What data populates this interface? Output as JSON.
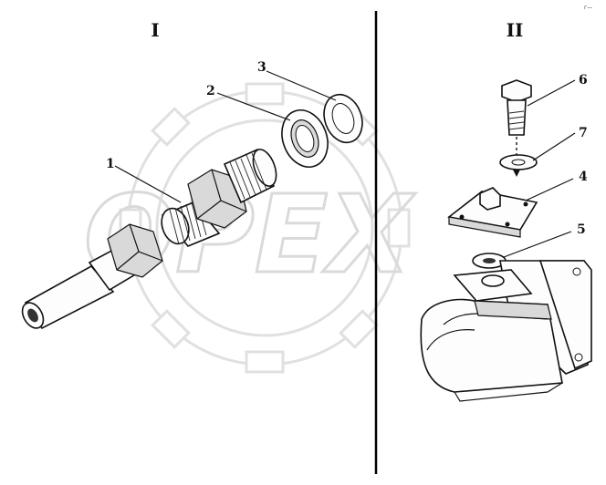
{
  "panels": {
    "left_label": "I",
    "right_label": "II"
  },
  "corner_mark": "г—",
  "watermark": {
    "text": "OPEX",
    "color": "#cfcfcf"
  },
  "callouts": [
    {
      "id": "1",
      "label": "1"
    },
    {
      "id": "2",
      "label": "2"
    },
    {
      "id": "3",
      "label": "3"
    },
    {
      "id": "4",
      "label": "4"
    },
    {
      "id": "5",
      "label": "5"
    },
    {
      "id": "6",
      "label": "6"
    },
    {
      "id": "7",
      "label": "7"
    }
  ],
  "colors": {
    "line": "#111111",
    "background": "#ffffff",
    "divider": "#000000"
  }
}
